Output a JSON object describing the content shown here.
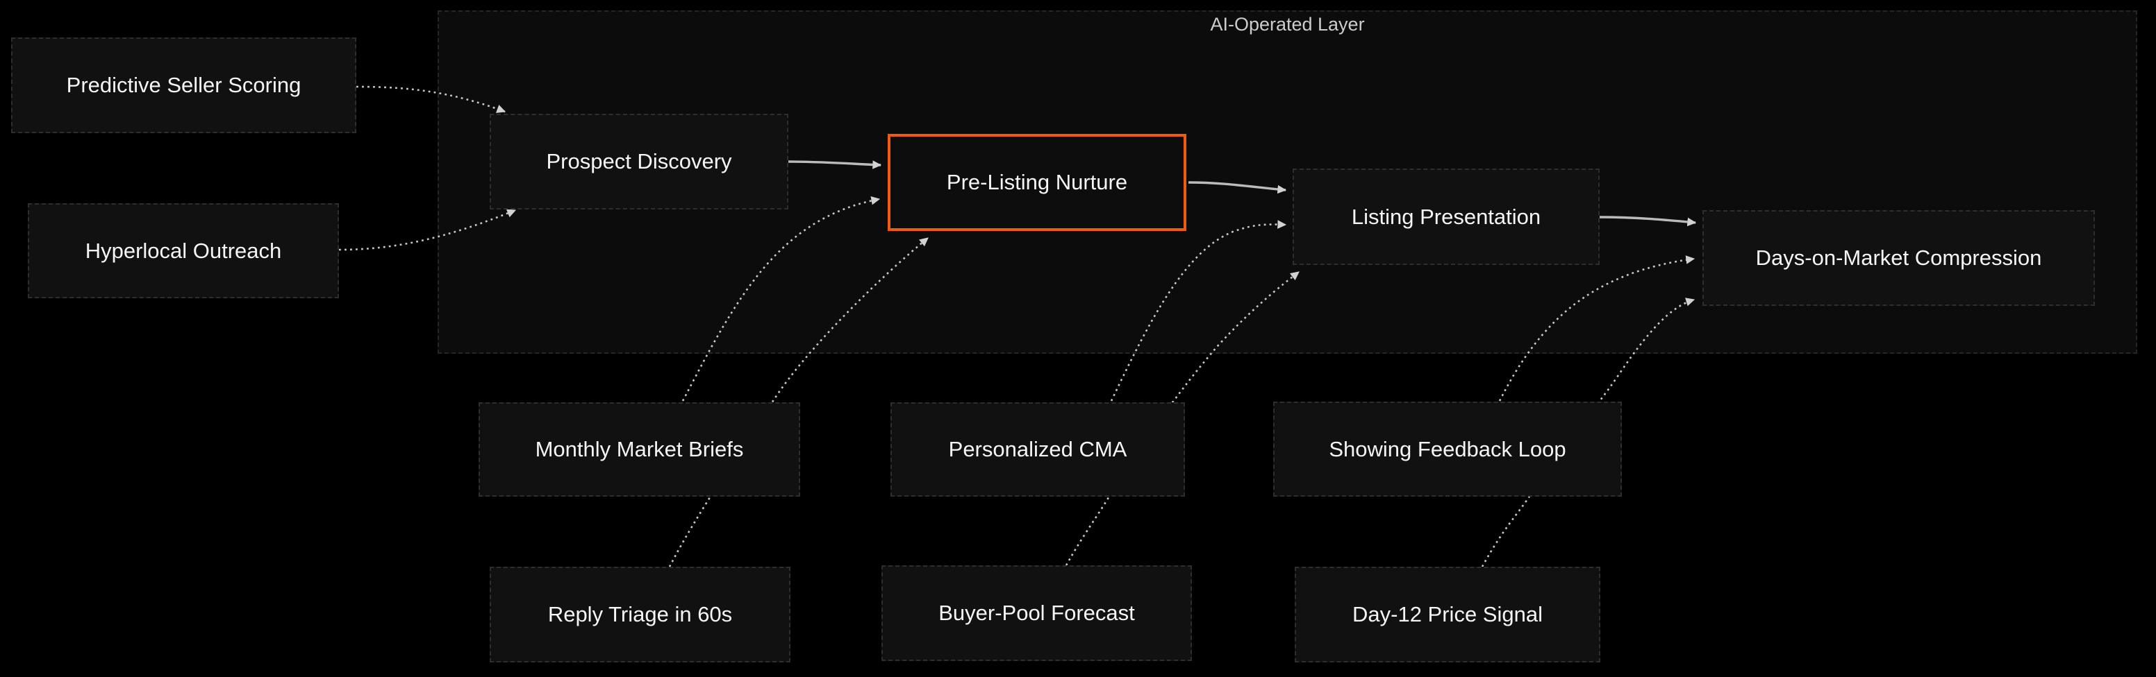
{
  "cluster": {
    "label": "AI-Operated Layer"
  },
  "nodes": [
    {
      "id": "predictive",
      "label": "Predictive Seller Scoring",
      "highlighted": false
    },
    {
      "id": "hyperlocal",
      "label": "Hyperlocal Outreach",
      "highlighted": false
    },
    {
      "id": "prospect",
      "label": "Prospect Discovery",
      "highlighted": false
    },
    {
      "id": "prelisting",
      "label": "Pre-Listing Nurture",
      "highlighted": true
    },
    {
      "id": "listing",
      "label": "Listing Presentation",
      "highlighted": false
    },
    {
      "id": "dom",
      "label": "Days-on-Market Compression",
      "highlighted": false
    },
    {
      "id": "mmb",
      "label": "Monthly Market Briefs",
      "highlighted": false
    },
    {
      "id": "pcma",
      "label": "Personalized CMA",
      "highlighted": false
    },
    {
      "id": "sfl",
      "label": "Showing Feedback Loop",
      "highlighted": false
    },
    {
      "id": "reply",
      "label": "Reply Triage in 60s",
      "highlighted": false
    },
    {
      "id": "buyer",
      "label": "Buyer-Pool Forecast",
      "highlighted": false
    },
    {
      "id": "day12",
      "label": "Day-12 Price Signal",
      "highlighted": false
    }
  ],
  "edges": [
    {
      "from": "Predictive Seller Scoring",
      "to": "Prospect Discovery",
      "style": "dotted"
    },
    {
      "from": "Hyperlocal Outreach",
      "to": "Prospect Discovery",
      "style": "dotted"
    },
    {
      "from": "Prospect Discovery",
      "to": "Pre-Listing Nurture",
      "style": "solid"
    },
    {
      "from": "Pre-Listing Nurture",
      "to": "Listing Presentation",
      "style": "solid"
    },
    {
      "from": "Listing Presentation",
      "to": "Days-on-Market Compression",
      "style": "solid"
    },
    {
      "from": "Monthly Market Briefs",
      "to": "Pre-Listing Nurture",
      "style": "dotted"
    },
    {
      "from": "Reply Triage in 60s",
      "to": "Pre-Listing Nurture",
      "style": "dotted"
    },
    {
      "from": "Personalized CMA",
      "to": "Listing Presentation",
      "style": "dotted"
    },
    {
      "from": "Buyer-Pool Forecast",
      "to": "Listing Presentation",
      "style": "dotted"
    },
    {
      "from": "Showing Feedback Loop",
      "to": "Days-on-Market Compression",
      "style": "dotted"
    },
    {
      "from": "Day-12 Price Signal",
      "to": "Days-on-Market Compression",
      "style": "dotted"
    }
  ],
  "colors": {
    "background": "#000000",
    "cluster_fill": "#0c0c0c",
    "node_fill": "#111111",
    "node_border": "#2e2e2e",
    "highlight_accent": "#F25A0D",
    "edge_stroke": "#c8c8c8",
    "node_text": "#f5f5f5",
    "cluster_label_text": "#cccccc"
  }
}
